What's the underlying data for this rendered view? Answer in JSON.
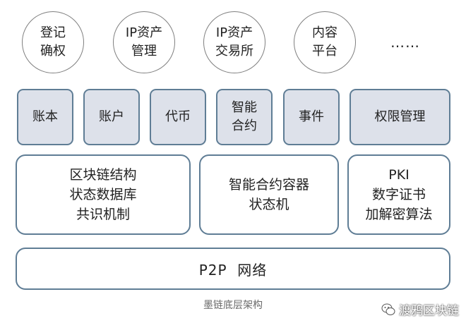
{
  "applications": [
    {
      "line1": "登记",
      "line2": "确权"
    },
    {
      "line1": "IP资产",
      "line2": "管理"
    },
    {
      "line1": "IP资产",
      "line2": "交易所"
    },
    {
      "line1": "内容",
      "line2": "平台"
    },
    {
      "line1": "……",
      "line2": ""
    }
  ],
  "modules": [
    {
      "line1": "账本",
      "line2": ""
    },
    {
      "line1": "账户",
      "line2": ""
    },
    {
      "line1": "代币",
      "line2": ""
    },
    {
      "line1": "智能",
      "line2": "合约"
    },
    {
      "line1": "事件",
      "line2": ""
    },
    {
      "line1": "权限管理",
      "line2": ""
    }
  ],
  "core": [
    {
      "line1": "区块链结构",
      "line2": "状态数据库",
      "line3": "共识机制"
    },
    {
      "line1": "智能合约容器",
      "line2": "状态机",
      "line3": ""
    },
    {
      "line1": "PKI",
      "line2": "数字证书",
      "line3": "加解密算法"
    }
  ],
  "network": {
    "label": "P2P  网络"
  },
  "caption": "墨链底层架构",
  "watermark": {
    "text": "渡鸦区块链",
    "icon": "wechat-icon"
  },
  "colors": {
    "module_fill": "#dde1ea",
    "border": "#5f7d95",
    "circle_border": "#7f7f7f"
  }
}
